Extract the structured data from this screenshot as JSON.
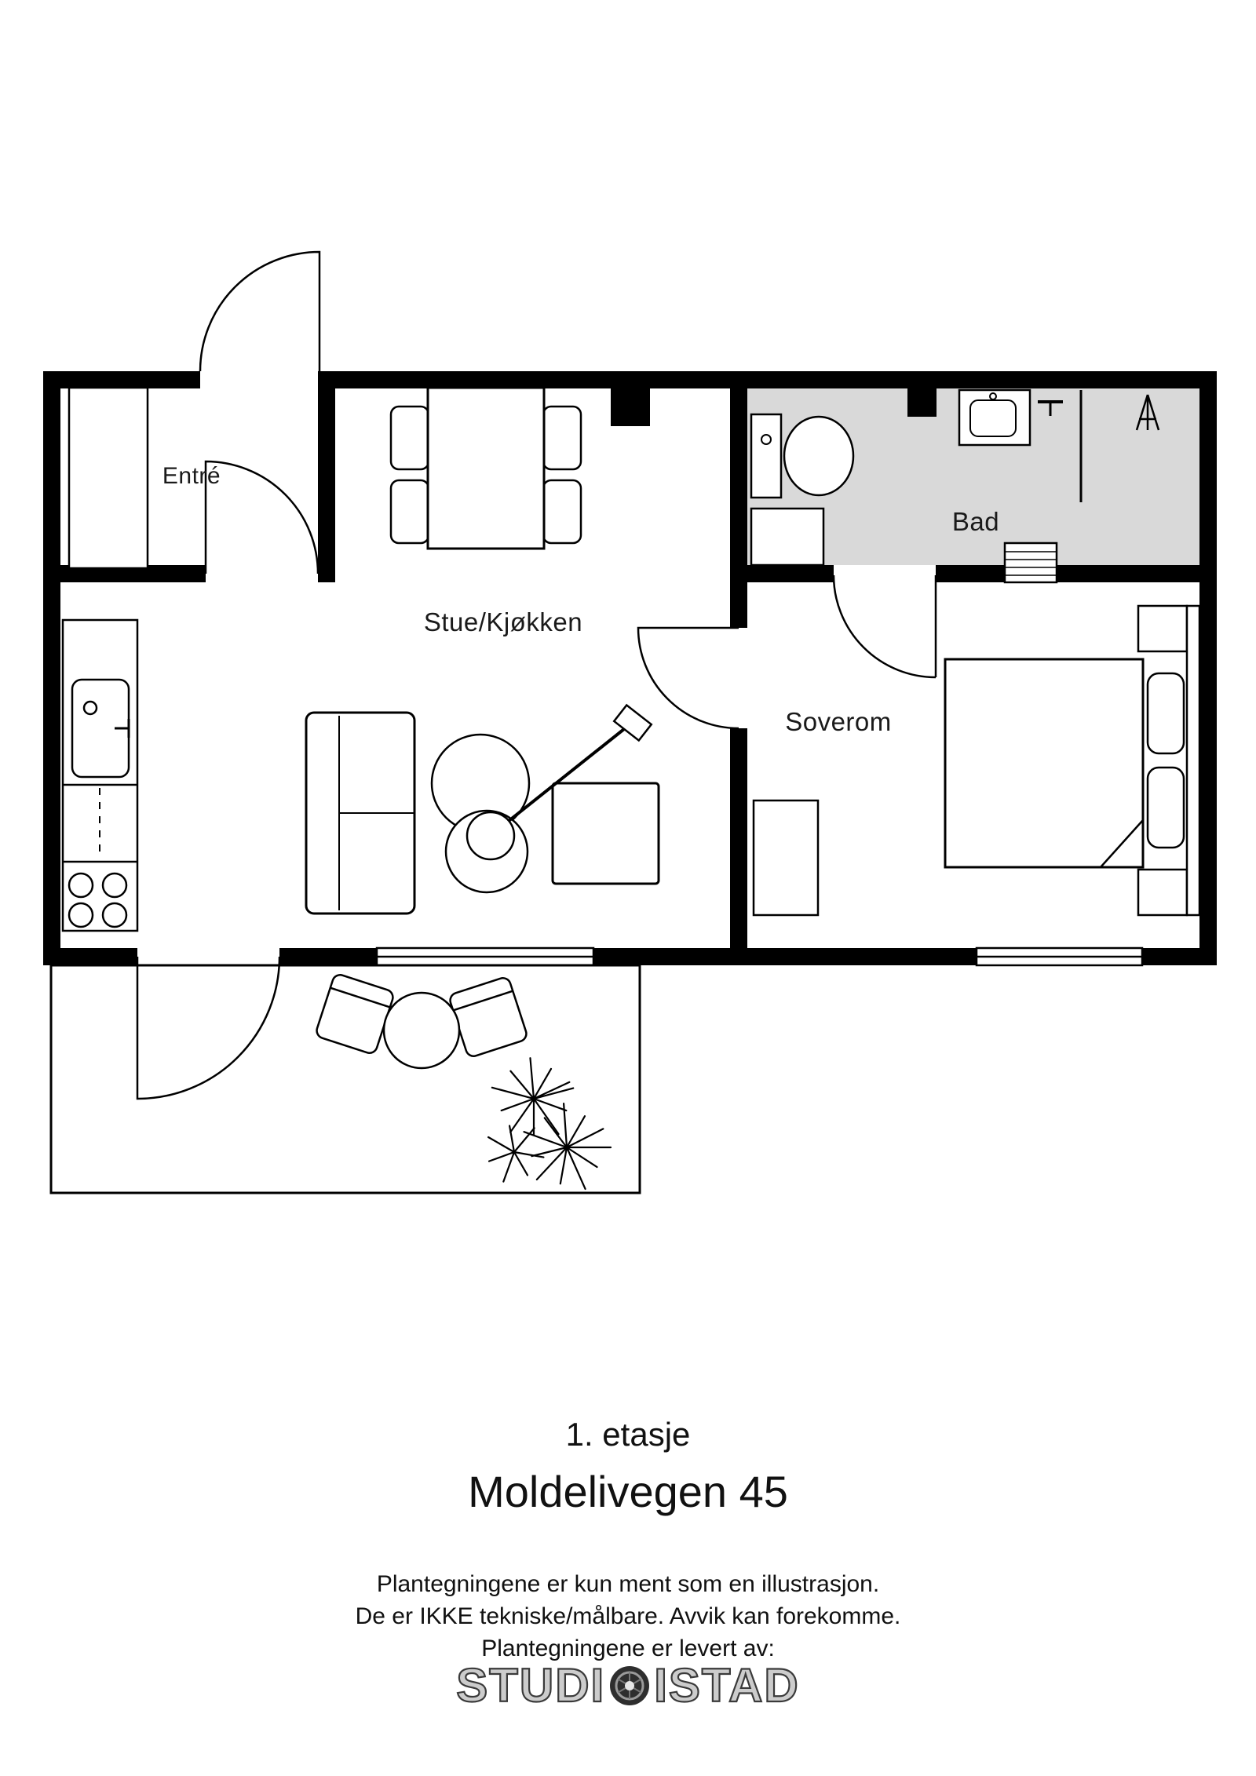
{
  "floor_plan": {
    "rooms": [
      {
        "name": "entre",
        "label": "Entré"
      },
      {
        "name": "stue-kjokken",
        "label": "Stue/Kjøkken"
      },
      {
        "name": "bad",
        "label": "Bad"
      },
      {
        "name": "soverom",
        "label": "Soverom"
      }
    ],
    "colors": {
      "walls": "#000000",
      "bathroom_floor": "#d9d9d9",
      "background": "#ffffff"
    }
  },
  "titles": {
    "floor": "1. etasje",
    "address": "Moldelivegen 45"
  },
  "disclaimer": {
    "line1": "Plantegningene er kun ment som en illustrasjon.",
    "line2": "De er IKKE tekniske/målbare. Avvik kan forekomme.",
    "line3": "Plantegningene er levert av:"
  },
  "logo": {
    "part1": "STUDI",
    "part2": "ISTAD",
    "icon": "camera-aperture-icon"
  }
}
